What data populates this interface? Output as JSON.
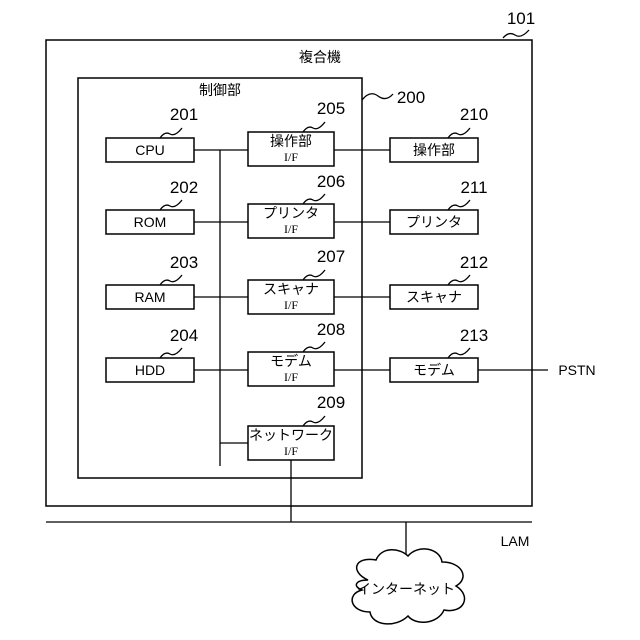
{
  "mfp": {
    "ref": "101",
    "label": "複合機"
  },
  "controller": {
    "ref": "200",
    "label": "制御部"
  },
  "components": {
    "cpu": {
      "ref": "201",
      "label": "CPU"
    },
    "rom": {
      "ref": "202",
      "label": "ROM"
    },
    "ram": {
      "ref": "203",
      "label": "RAM"
    },
    "hdd": {
      "ref": "204",
      "label": "HDD"
    }
  },
  "interfaces": {
    "op": {
      "ref": "205",
      "label": "操作部",
      "sub": "I/F"
    },
    "printer": {
      "ref": "206",
      "label": "プリンタ",
      "sub": "I/F"
    },
    "scanner": {
      "ref": "207",
      "label": "スキャナ",
      "sub": "I/F"
    },
    "modem": {
      "ref": "208",
      "label": "モデム",
      "sub": "I/F"
    },
    "network": {
      "ref": "209",
      "label": "ネットワーク",
      "sub": "I/F"
    }
  },
  "devices": {
    "op": {
      "ref": "210",
      "label": "操作部"
    },
    "printer": {
      "ref": "211",
      "label": "プリンタ"
    },
    "scanner": {
      "ref": "212",
      "label": "スキャナ"
    },
    "modem": {
      "ref": "213",
      "label": "モデム"
    }
  },
  "external": {
    "pstn": "PSTN",
    "lan": "LAM",
    "internet": "インターネット"
  }
}
